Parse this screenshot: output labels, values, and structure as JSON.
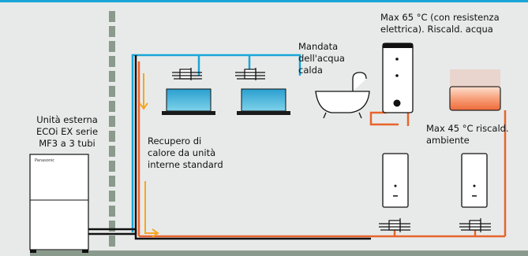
{
  "labels": {
    "outdoor_unit": "Unità esterna\nECOi EX serie\nMF3 a 3 tubi",
    "heat_recovery": "Recupero di\ncalore da unità\ninterne standard",
    "hot_water_supply": "Mandata\ndell'acqua\ncalda",
    "max_65": "Max 65 °C (con resistenza\nelettrica). Riscald. acqua",
    "max_45": "Max 45 °C riscald.\nambiente"
  },
  "brand_mark": "Panasonic",
  "colors": {
    "background_panel": "#e8eaea",
    "wall": "#8a9a8c",
    "floor": "#8a9a8c",
    "blue_pipe": "#1aa6d8",
    "orange_pipe": "#e8642c",
    "flow_arrow": "#f5a623",
    "cassette": "#4db8d8",
    "radiator": "#f07850",
    "top_border": "#1aa6d8"
  }
}
